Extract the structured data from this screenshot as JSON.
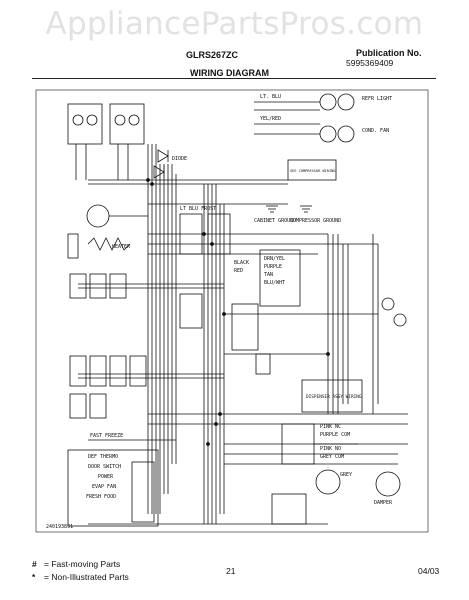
{
  "watermark": "AppliancePartsPros.com",
  "header": {
    "model": "GLRS267ZC",
    "publication_label": "Publication No.",
    "publication_number": "5995369409",
    "title": "WIRING DIAGRAM"
  },
  "diagram": {
    "labels": {
      "lt_blu": "LT. BLU",
      "yel_red": "YEL/RED",
      "cond_fan": "COND. FAN",
      "refr_light": "REFR LIGHT",
      "compressor_wiring": "SEE COMPRESSOR WIRING",
      "cabinet_ground": "CABINET GROUND",
      "comp_ground": "COMPRESSOR GROUND",
      "diode": "DIODE",
      "lt_blu_frost": "LT BLU FROST",
      "black": "BLACK",
      "red": "RED",
      "drn_yel": "DRN/YEL",
      "purple": "PURPLE",
      "tan": "TAN",
      "blu_wht": "BLU/WHT",
      "dispenser_assy": "DISPENSER ASSY WIRING",
      "pink_nc": "PINK NC",
      "purple_com": "PURPLE COM",
      "pink_no": "PINK NO",
      "grey_com": "GREY COM",
      "grey": "GREY",
      "fast_freeze": "FAST FREEZE",
      "def_thermo": "DEF THERMO",
      "door_switch": "DOOR SWITCH",
      "power": "POWER",
      "evap_fan": "EVAP FAN",
      "fresh_food": "FRESH FOOD",
      "heater": "HEATER",
      "damper": "DAMPER",
      "part_code": "240193891"
    }
  },
  "footer": {
    "fast_moving_symbol": "#",
    "fast_moving_label": "= Fast-moving Parts",
    "non_illustrated_symbol": "*",
    "non_illustrated_label": "= Non-Illustrated Parts",
    "page": "21",
    "date": "04/03"
  }
}
